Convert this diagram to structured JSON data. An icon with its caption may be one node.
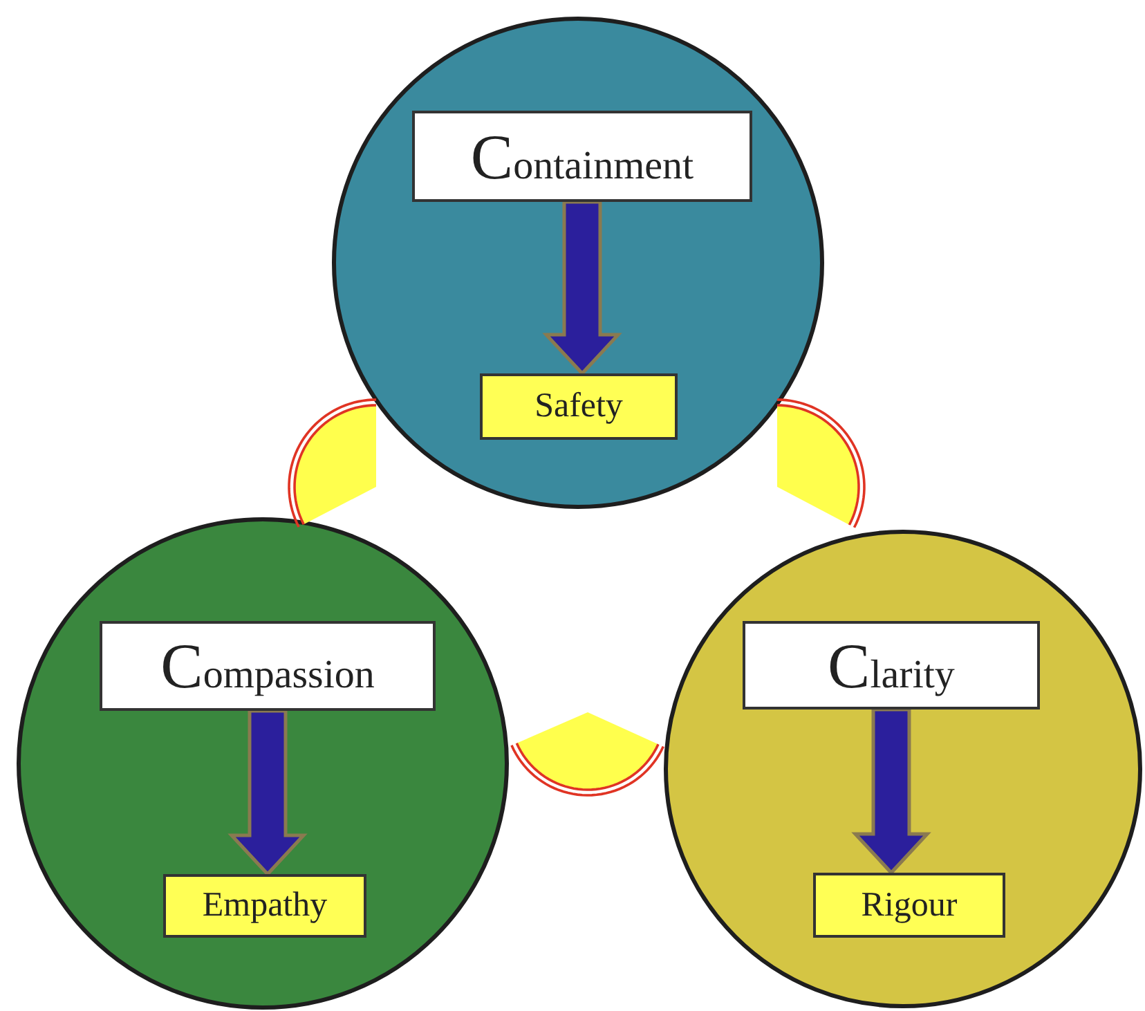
{
  "diagram": {
    "nodes": [
      {
        "text": [],
        "shape": "circle"
      },
      {
        "text": [
          "Containment"
        ],
        "in": 0
      },
      {
        "text": [
          "Safety"
        ],
        "in": 0
      },
      {
        "text": [],
        "shape": "circle"
      },
      {
        "text": [
          "Compassion"
        ],
        "in": 3
      },
      {
        "text": [
          "Empathy"
        ],
        "in": 3
      },
      {
        "text": [],
        "shape": "circle"
      },
      {
        "text": [
          "Clarity"
        ],
        "in": 6
      },
      {
        "text": [
          "Rigour"
        ],
        "in": 6
      }
    ],
    "edges": [
      {
        "from": 1,
        "to": 2,
        "arrow": "to",
        "style": "thick",
        "color": "#2b1f9c"
      },
      {
        "from": 4,
        "to": 5,
        "arrow": "to",
        "style": "thick",
        "color": "#2b1f9c"
      },
      {
        "from": 7,
        "to": 8,
        "arrow": "to",
        "style": "thick",
        "color": "#2b1f9c"
      },
      {
        "from": 0,
        "to": 3,
        "arrow": "none"
      },
      {
        "from": 0,
        "to": 6,
        "arrow": "none"
      },
      {
        "from": 3,
        "to": 6,
        "arrow": "none"
      }
    ]
  }
}
